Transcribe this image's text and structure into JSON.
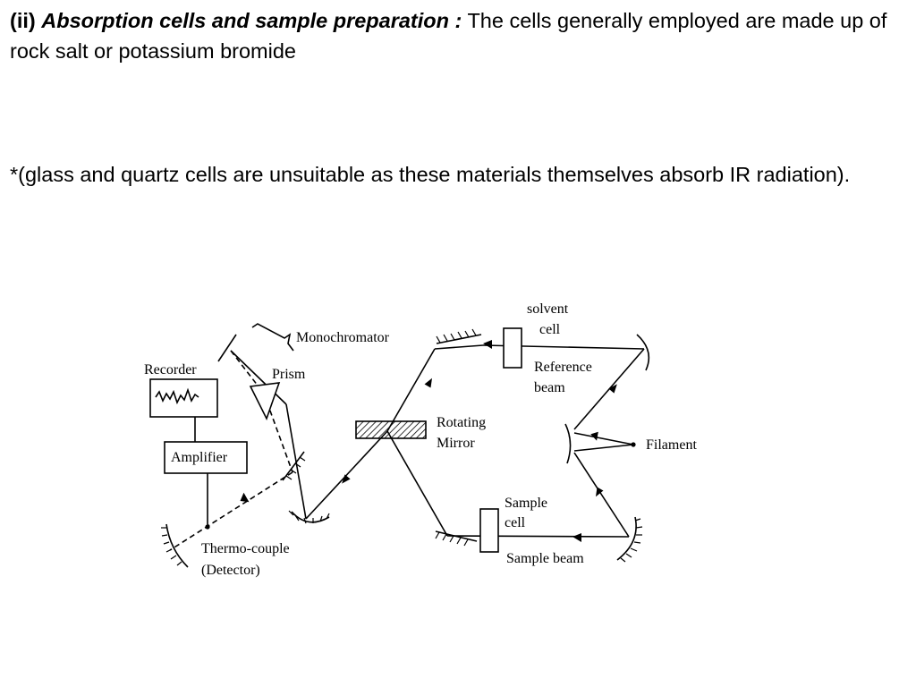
{
  "intro": {
    "number": "(ii)",
    "heading": "Absorption cells and sample preparation :",
    "body": "The cells generally employed are made up of rock salt or potassium bromide"
  },
  "note": "*(glass and quartz cells are unsuitable as these materials themselves absorb IR radiation).",
  "diagram": {
    "labels": {
      "solvent_cell_1": "solvent",
      "solvent_cell_2": "cell",
      "monochromator": "Monochromator",
      "recorder": "Recorder",
      "prism": "Prism",
      "reference_beam_1": "Reference",
      "reference_beam_2": "beam",
      "rotating_mirror_1": "Rotating",
      "rotating_mirror_2": "Mirror",
      "filament": "Filament",
      "amplifier": "Amplifier",
      "sample_cell_1": "Sample",
      "sample_cell_2": "cell",
      "sample_beam": "Sample beam",
      "thermocouple_1": "Thermo-couple",
      "thermocouple_2": "(Detector)"
    }
  }
}
